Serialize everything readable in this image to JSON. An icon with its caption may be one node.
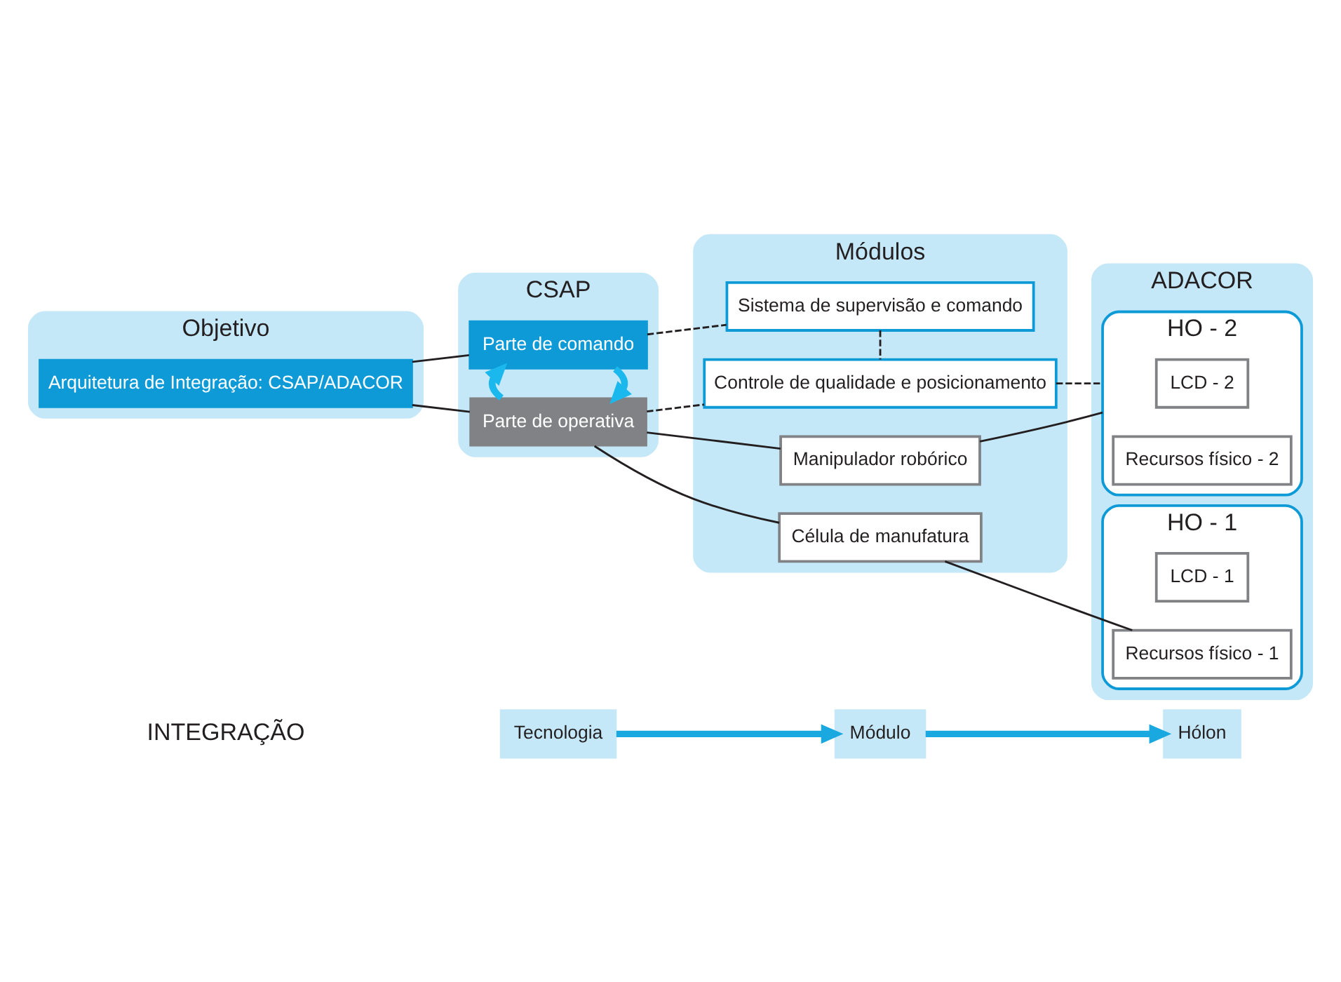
{
  "diagram": {
    "nodes": [
      {
        "text": [
          "Tecnologia"
        ]
      },
      {
        "text": [
          "Módulo"
        ]
      },
      {
        "text": [
          "Hólon"
        ]
      },
      {
        "text": [
          "Objetivo"
        ]
      },
      {
        "text": [
          "Arquitetura de Integração: CSAP/ADACOR"
        ],
        "in": 3
      },
      {
        "text": [
          "CSAP"
        ]
      },
      {
        "text": [
          "Parte de comando"
        ],
        "in": 5
      },
      {
        "text": [
          "Parte de operativa"
        ],
        "in": 5
      },
      {
        "text": [
          "Módulos"
        ]
      },
      {
        "text": [
          "Sistema de supervisão e comando"
        ],
        "in": 8
      },
      {
        "text": [
          "Controle de qualidade e posicionamento"
        ],
        "in": 8
      },
      {
        "text": [
          "Manipulador robórico"
        ],
        "in": 8
      },
      {
        "text": [
          "Célula de manufatura"
        ],
        "in": 8
      },
      {
        "text": [
          "ADACOR"
        ]
      },
      {
        "text": [
          "HO - 2"
        ],
        "in": 13
      },
      {
        "text": [
          "LCD - 2"
        ],
        "in": 14
      },
      {
        "text": [
          "Recursos físico - 2"
        ],
        "in": 14
      },
      {
        "text": [
          "HO - 1"
        ],
        "in": 13
      },
      {
        "text": [
          "LCD - 1"
        ],
        "in": 17
      },
      {
        "text": [
          "Recursos físico - 1"
        ],
        "in": 17
      }
    ],
    "edges": [
      {
        "from": 0,
        "to": 1,
        "arrow": "to",
        "style": "thick",
        "color": "#1aa8e0"
      },
      {
        "from": 1,
        "to": 2,
        "arrow": "to",
        "style": "thick",
        "color": "#1aa8e0"
      },
      {
        "from": 4,
        "to": 6,
        "arrow": "none"
      },
      {
        "from": 4,
        "to": 7,
        "arrow": "none"
      },
      {
        "from": 6,
        "to": 7,
        "arrow": "to",
        "style": "thick",
        "color": "#1ab8ec"
      },
      {
        "from": 7,
        "to": 6,
        "arrow": "to",
        "style": "thick",
        "color": "#1ab8ec"
      },
      {
        "from": 6,
        "to": 9,
        "arrow": "none",
        "style": "dashed"
      },
      {
        "from": 7,
        "to": 10,
        "arrow": "none",
        "style": "dashed"
      },
      {
        "from": 9,
        "to": 10,
        "arrow": "none",
        "style": "dashed"
      },
      {
        "from": 10,
        "to": 14,
        "arrow": "none",
        "style": "dashed"
      },
      {
        "from": 7,
        "to": 11,
        "arrow": "none"
      },
      {
        "from": 7,
        "to": 12,
        "arrow": "none"
      },
      {
        "from": 11,
        "to": 14,
        "arrow": "none"
      },
      {
        "from": 12,
        "to": 19,
        "arrow": "none"
      }
    ],
    "labels": [
      "INTEGRAÇÃO"
    ]
  }
}
